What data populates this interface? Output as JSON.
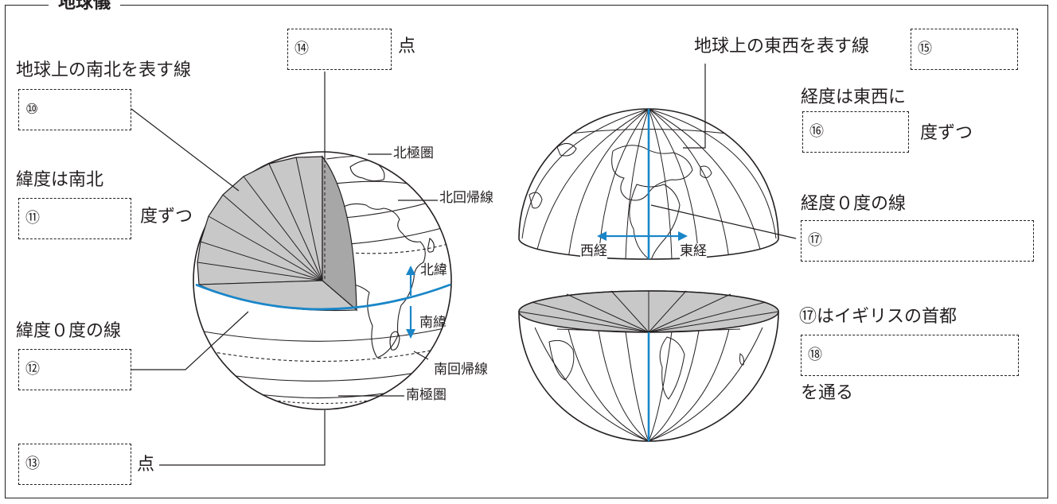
{
  "title": "地球儀",
  "left_labels": {
    "meridian_desc": "地球上の南北を表す線",
    "latitude_desc": "緯度は南北",
    "latitude_unit": "度ずつ",
    "equator_desc": "緯度０度の線",
    "point_top": "点",
    "point_bottom": "点"
  },
  "right_labels": {
    "parallel_desc": "地球上の東西を表す線",
    "longitude_desc": "経度は東西に",
    "longitude_unit": "度ずつ",
    "prime_meridian_desc": "経度０度の線",
    "capital_desc": "⑰はイギリスの首都",
    "passes": "を通る"
  },
  "globe_labels": {
    "arctic_circle": "北極圏",
    "tropic_cancer": "北回帰線",
    "north_lat": "北緯",
    "south_lat": "南緯",
    "tropic_capricorn": "南回帰線",
    "antarctic_circle": "南極圏",
    "west_long": "西経",
    "east_long": "東経"
  },
  "blanks": {
    "b10": "⑩",
    "b11": "⑪",
    "b12": "⑫",
    "b13": "⑬",
    "b14": "⑭",
    "b15": "⑮",
    "b16": "⑯",
    "b17": "⑰",
    "b18": "⑱"
  },
  "colors": {
    "accent": "#1a86c8",
    "shade": "#c8c8c8",
    "shade_dark": "#a7a7a7",
    "ink": "#231f20"
  }
}
